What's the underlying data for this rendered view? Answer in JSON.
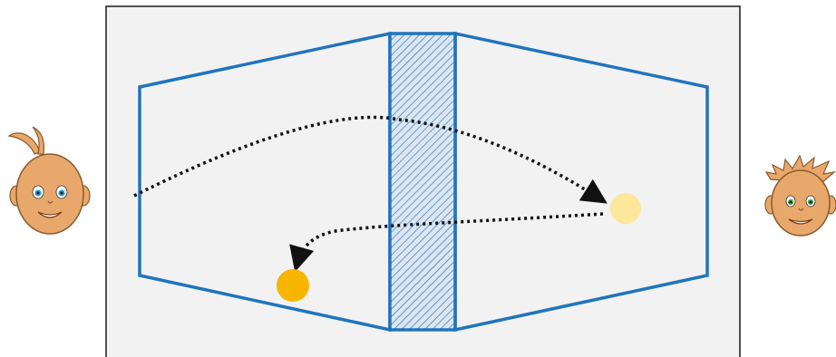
{
  "diagram": {
    "panel_fill": "#f2f2f2",
    "panel_border": "#1a1a1a",
    "outline_color": "#1f74be",
    "hatch_color": "#1f74be",
    "arrow_color": "#111111",
    "ball_light_color": "#fde79b",
    "ball_dark_color": "#f7b500",
    "skin_color": "#e9a86b",
    "skin_outline": "#8a5a2c",
    "left_eye_color": "#1aa0d8",
    "right_eye_color": "#2e9a3a"
  },
  "elements": {
    "left_face": {
      "icon": "baby-face-icon"
    },
    "right_face": {
      "icon": "boy-face-icon"
    },
    "divider": {
      "icon": "hatched-band"
    },
    "ball_start": {
      "icon": "light-ball"
    },
    "ball_end": {
      "icon": "dark-ball"
    }
  }
}
